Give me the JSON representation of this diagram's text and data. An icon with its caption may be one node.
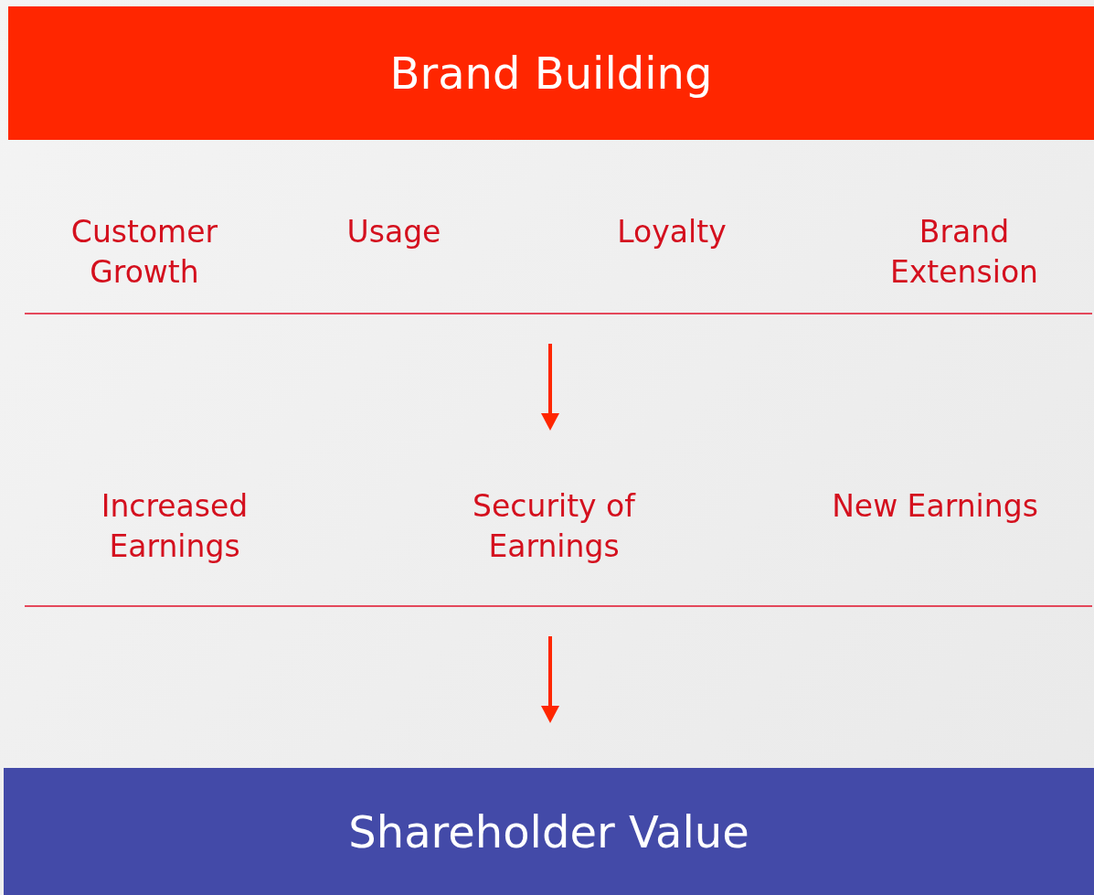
{
  "diagram": {
    "nodes": [
      {
        "text": [
          "Brand Building"
        ]
      },
      {
        "text": [
          "Shareholder Value"
        ]
      }
    ],
    "labels": [
      "Customer Growth",
      "Usage",
      "Loyalty",
      "Brand Extension",
      "Increased Earnings",
      "Security of Earnings",
      "New Earnings"
    ]
  }
}
